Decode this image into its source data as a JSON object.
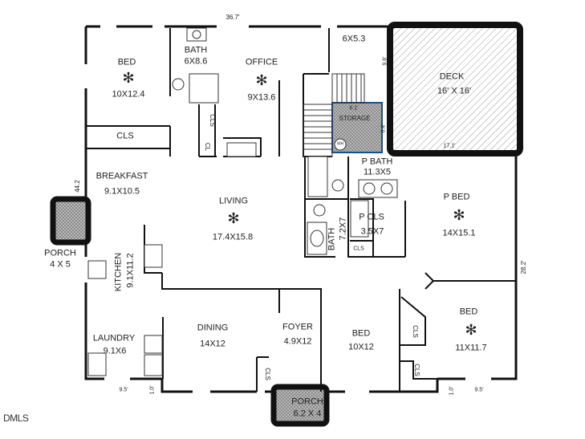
{
  "plan": {
    "overall_width": "36.7'",
    "overall_depth_left": "44.2",
    "overall_depth_right": "28.2'",
    "rooms": {
      "bed1": {
        "name": "BED",
        "size": "10X12.4"
      },
      "bath1": {
        "name": "BATH",
        "size": "6X8.6"
      },
      "office": {
        "name": "OFFICE",
        "size": "9X13.6"
      },
      "hall_closet": {
        "size": "6X5.3"
      },
      "deck": {
        "name": "DECK",
        "size": "16' X 16'",
        "dim_side": "9.6'",
        "dim_bottom": "17.1'"
      },
      "storage": {
        "name": "STORAGE",
        "dim_top": "6.1'",
        "dim_side": "6.4'",
        "water_heater": "WH"
      },
      "cls_bed1": {
        "name": "CLS"
      },
      "cls_bath": {
        "name": "CLS"
      },
      "cl_small": {
        "name": "CL"
      },
      "breakfast": {
        "name": "BREAKFAST",
        "size": "9.1X10.5"
      },
      "living": {
        "name": "LIVING",
        "size": "17.4X15.8"
      },
      "pbath": {
        "name": "P BATH",
        "size": "11.3X5"
      },
      "pbed": {
        "name": "P BED",
        "size": "14X15.1"
      },
      "pcls": {
        "name": "P CLS",
        "size": "3.5X7"
      },
      "bath2": {
        "name": "BATH",
        "size": "7.2X7"
      },
      "cls_pcls": {
        "name": "CLS"
      },
      "porch_side": {
        "name": "PORCH",
        "size": "4 X 5"
      },
      "kitchen": {
        "name": "KITCHEN",
        "size": "9.1X11.2"
      },
      "bed3": {
        "name": "BED",
        "size": "11X11.7"
      },
      "dining": {
        "name": "DINING",
        "size": "14X12"
      },
      "foyer": {
        "name": "FOYER",
        "size": "4.9X12"
      },
      "bed2": {
        "name": "BED",
        "size": "10X12"
      },
      "laundry": {
        "name": "LAUNDRY",
        "size": "9.1X6"
      },
      "cls_bed3a": {
        "name": "CLS"
      },
      "cls_bed3b": {
        "name": "CLS"
      },
      "cls_foyer": {
        "name": "CLS"
      },
      "porch_front": {
        "name": "PORCH",
        "size": "6.2 X 4"
      }
    },
    "bottom_dims": {
      "left_width": "9.5'",
      "left_offset": "1.0'",
      "right_offset": "1.0'",
      "right_width": "9.5'"
    }
  },
  "logo": "DMLS",
  "colors": {
    "wall": "#111111",
    "storage_outline": "#1a4f8f",
    "hatch": "#999999"
  }
}
